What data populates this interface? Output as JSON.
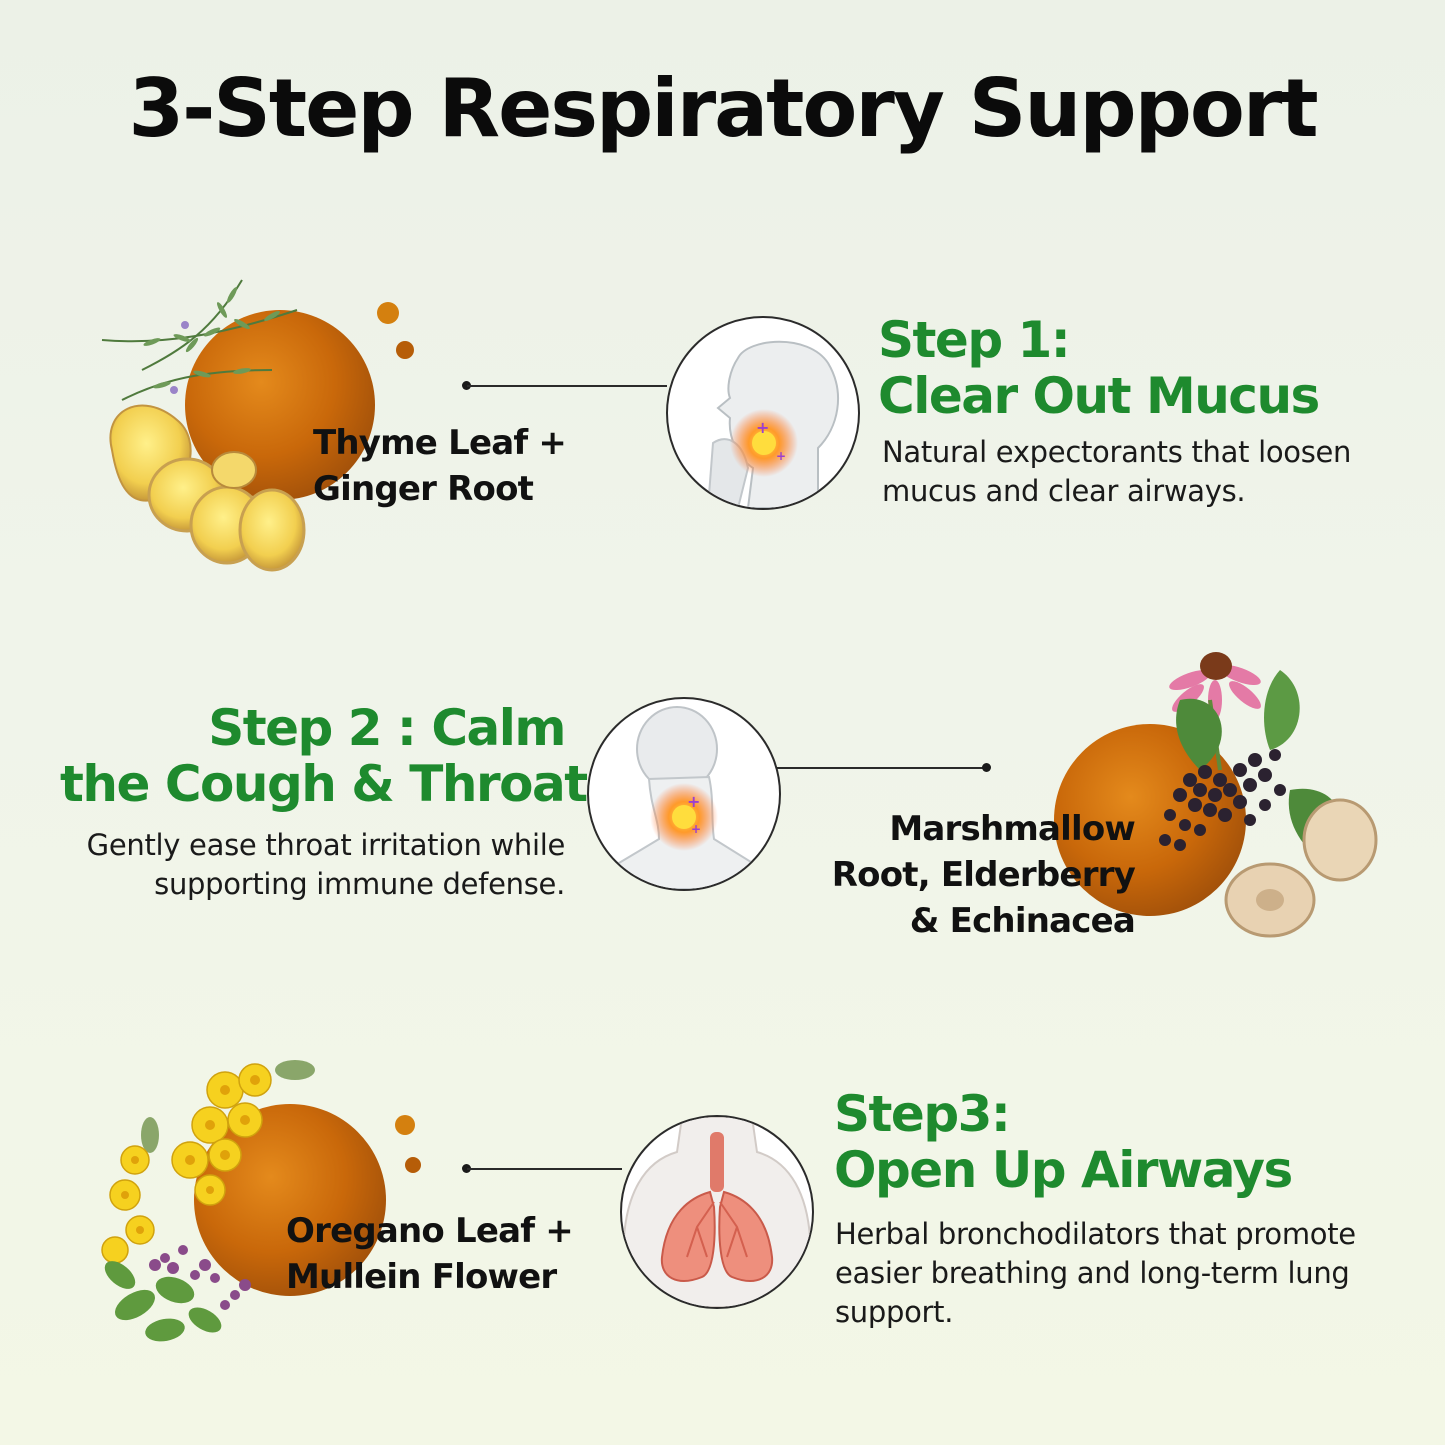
{
  "title": "3-Step Respiratory Support",
  "steps": [
    {
      "heading_line1": "Step 1:",
      "heading_line2": "Clear Out Mucus",
      "description_line1": "Natural expectorants that loosen",
      "description_line2": "mucus and clear airways.",
      "ingredient_line1": "Thyme Leaf +",
      "ingredient_line2": "Ginger Root",
      "illustration_icon": "throat-profile-icon",
      "herb_icon": "thyme-ginger-icon"
    },
    {
      "heading_line1": "Step 2 : Calm",
      "heading_line2": "the Cough & Throat",
      "description_line1": "Gently ease throat irritation while",
      "description_line2": "supporting immune defense.",
      "ingredient_line1": "Marshmallow",
      "ingredient_line2": "Root, Elderberry",
      "ingredient_line3": "& Echinacea",
      "illustration_icon": "throat-front-icon",
      "herb_icon": "elderberry-echinacea-icon"
    },
    {
      "heading_line1": "Step3:",
      "heading_line2": "Open Up Airways",
      "description_line1": "Herbal bronchodilators that promote",
      "description_line2": "easier breathing and long-term lung",
      "description_line3": "support.",
      "ingredient_line1": "Oregano Leaf +",
      "ingredient_line2": "Mullein Flower",
      "illustration_icon": "lungs-icon",
      "herb_icon": "oregano-mullein-icon"
    }
  ],
  "colors": {
    "heading_green": "#1e8a2e",
    "syrup_amber": "#c96a08",
    "background": "#eef3e8"
  }
}
